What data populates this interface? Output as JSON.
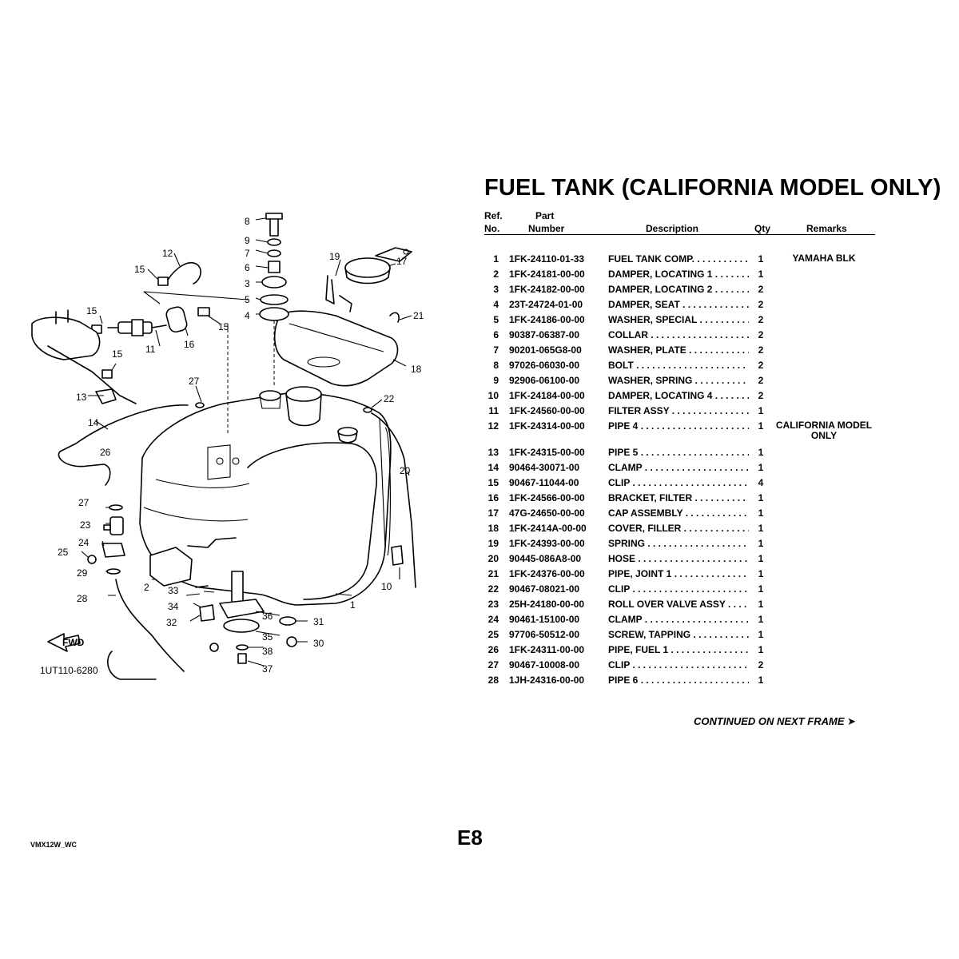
{
  "title": "FUEL TANK (CALIFORNIA MODEL ONLY)",
  "columns": {
    "ref_line1": "Ref.",
    "ref_line2": "No.",
    "part_line1": "Part",
    "part_line2": "Number",
    "description": "Description",
    "qty": "Qty",
    "remarks": "Remarks"
  },
  "parts": [
    {
      "ref": "1",
      "part": "1FK-24110-01-33",
      "desc": "FUEL TANK COMP.",
      "qty": "1",
      "remarks": "YAMAHA BLK"
    },
    {
      "ref": "2",
      "part": "1FK-24181-00-00",
      "desc": "DAMPER, LOCATING 1",
      "qty": "1",
      "remarks": ""
    },
    {
      "ref": "3",
      "part": "1FK-24182-00-00",
      "desc": "DAMPER, LOCATING 2",
      "qty": "2",
      "remarks": ""
    },
    {
      "ref": "4",
      "part": "23T-24724-01-00",
      "desc": "DAMPER, SEAT",
      "qty": "2",
      "remarks": ""
    },
    {
      "ref": "5",
      "part": "1FK-24186-00-00",
      "desc": "WASHER, SPECIAL",
      "qty": "2",
      "remarks": ""
    },
    {
      "ref": "6",
      "part": "90387-06387-00",
      "desc": "COLLAR",
      "qty": "2",
      "remarks": ""
    },
    {
      "ref": "7",
      "part": "90201-065G8-00",
      "desc": "WASHER, PLATE",
      "qty": "2",
      "remarks": ""
    },
    {
      "ref": "8",
      "part": "97026-06030-00",
      "desc": "BOLT",
      "qty": "2",
      "remarks": ""
    },
    {
      "ref": "9",
      "part": "92906-06100-00",
      "desc": "WASHER, SPRING",
      "qty": "2",
      "remarks": ""
    },
    {
      "ref": "10",
      "part": "1FK-24184-00-00",
      "desc": "DAMPER, LOCATING 4",
      "qty": "2",
      "remarks": ""
    },
    {
      "ref": "11",
      "part": "1FK-24560-00-00",
      "desc": "FILTER ASSY",
      "qty": "1",
      "remarks": ""
    },
    {
      "ref": "12",
      "part": "1FK-24314-00-00",
      "desc": "PIPE 4",
      "qty": "1",
      "remarks": "CALIFORNIA MODEL ONLY"
    },
    {
      "ref": "13",
      "part": "1FK-24315-00-00",
      "desc": "PIPE 5",
      "qty": "1",
      "remarks": ""
    },
    {
      "ref": "14",
      "part": "90464-30071-00",
      "desc": "CLAMP",
      "qty": "1",
      "remarks": ""
    },
    {
      "ref": "15",
      "part": "90467-11044-00",
      "desc": "CLIP",
      "qty": "4",
      "remarks": ""
    },
    {
      "ref": "16",
      "part": "1FK-24566-00-00",
      "desc": "BRACKET, FILTER",
      "qty": "1",
      "remarks": ""
    },
    {
      "ref": "17",
      "part": "47G-24650-00-00",
      "desc": "CAP ASSEMBLY",
      "qty": "1",
      "remarks": ""
    },
    {
      "ref": "18",
      "part": "1FK-2414A-00-00",
      "desc": "COVER, FILLER",
      "qty": "1",
      "remarks": ""
    },
    {
      "ref": "19",
      "part": "1FK-24393-00-00",
      "desc": "SPRING",
      "qty": "1",
      "remarks": ""
    },
    {
      "ref": "20",
      "part": "90445-086A8-00",
      "desc": "HOSE",
      "qty": "1",
      "remarks": ""
    },
    {
      "ref": "21",
      "part": "1FK-24376-00-00",
      "desc": "PIPE, JOINT 1",
      "qty": "1",
      "remarks": ""
    },
    {
      "ref": "22",
      "part": "90467-08021-00",
      "desc": "CLIP",
      "qty": "1",
      "remarks": ""
    },
    {
      "ref": "23",
      "part": "25H-24180-00-00",
      "desc": "ROLL OVER VALVE ASSY",
      "qty": "1",
      "remarks": ""
    },
    {
      "ref": "24",
      "part": "90461-15100-00",
      "desc": "CLAMP",
      "qty": "1",
      "remarks": ""
    },
    {
      "ref": "25",
      "part": "97706-50512-00",
      "desc": "SCREW, TAPPING",
      "qty": "1",
      "remarks": ""
    },
    {
      "ref": "26",
      "part": "1FK-24311-00-00",
      "desc": "PIPE, FUEL 1",
      "qty": "1",
      "remarks": ""
    },
    {
      "ref": "27",
      "part": "90467-10008-00",
      "desc": "CLIP",
      "qty": "2",
      "remarks": ""
    },
    {
      "ref": "28",
      "part": "1JH-24316-00-00",
      "desc": "PIPE 6",
      "qty": "1",
      "remarks": ""
    }
  ],
  "continued": "CONTINUED ON NEXT FRAME ➤",
  "page_number": "E8",
  "doc_code": "VMX12W_WC",
  "diagram": {
    "drawing_code": "1UT110-6280",
    "fwd_label": "FWD",
    "callouts": {
      "c1": "1",
      "c2": "2",
      "c3": "3",
      "c4": "4",
      "c5": "5",
      "c6": "6",
      "c7": "7",
      "c8": "8",
      "c9": "9",
      "c10": "10",
      "c11": "11",
      "c12": "12",
      "c13": "13",
      "c14": "14",
      "c15a": "15",
      "c15b": "15",
      "c15c": "15",
      "c15d": "15",
      "c16": "16",
      "c17": "17",
      "c18": "18",
      "c19": "19",
      "c20": "20",
      "c21": "21",
      "c22": "22",
      "c23": "23",
      "c24": "24",
      "c25": "25",
      "c26": "26",
      "c27a": "27",
      "c27b": "27",
      "c28": "28",
      "c29": "29",
      "c30": "30",
      "c31": "31",
      "c32": "32",
      "c33": "33",
      "c34": "34",
      "c35": "35",
      "c36": "36",
      "c37": "37",
      "c38": "38"
    }
  }
}
